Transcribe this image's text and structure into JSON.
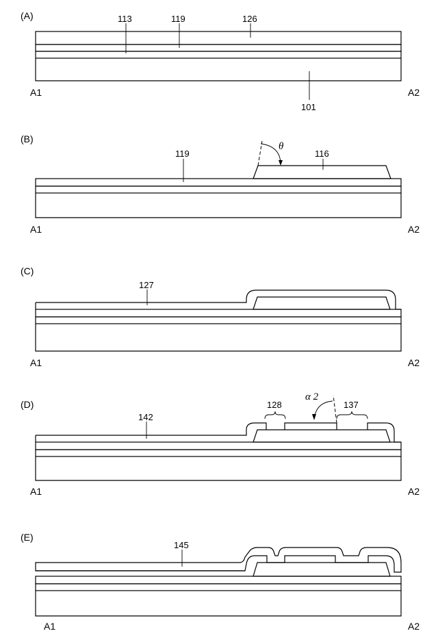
{
  "panels": {
    "a": {
      "label": "(A)",
      "left": "A1",
      "right": "A2",
      "refs": {
        "r113": "113",
        "r119": "119",
        "r126": "126",
        "r101": "101"
      }
    },
    "b": {
      "label": "(B)",
      "left": "A1",
      "right": "A2",
      "refs": {
        "r119": "119",
        "r116": "116"
      },
      "angle": "θ"
    },
    "c": {
      "label": "(C)",
      "left": "A1",
      "right": "A2",
      "refs": {
        "r127": "127"
      }
    },
    "d": {
      "label": "(D)",
      "left": "A1",
      "right": "A2",
      "refs": {
        "r142": "142",
        "r128": "128",
        "r137": "137"
      },
      "angle": "α 2"
    },
    "e": {
      "label": "(E)",
      "left": "A1",
      "right": "A2",
      "refs": {
        "r145": "145"
      }
    }
  }
}
